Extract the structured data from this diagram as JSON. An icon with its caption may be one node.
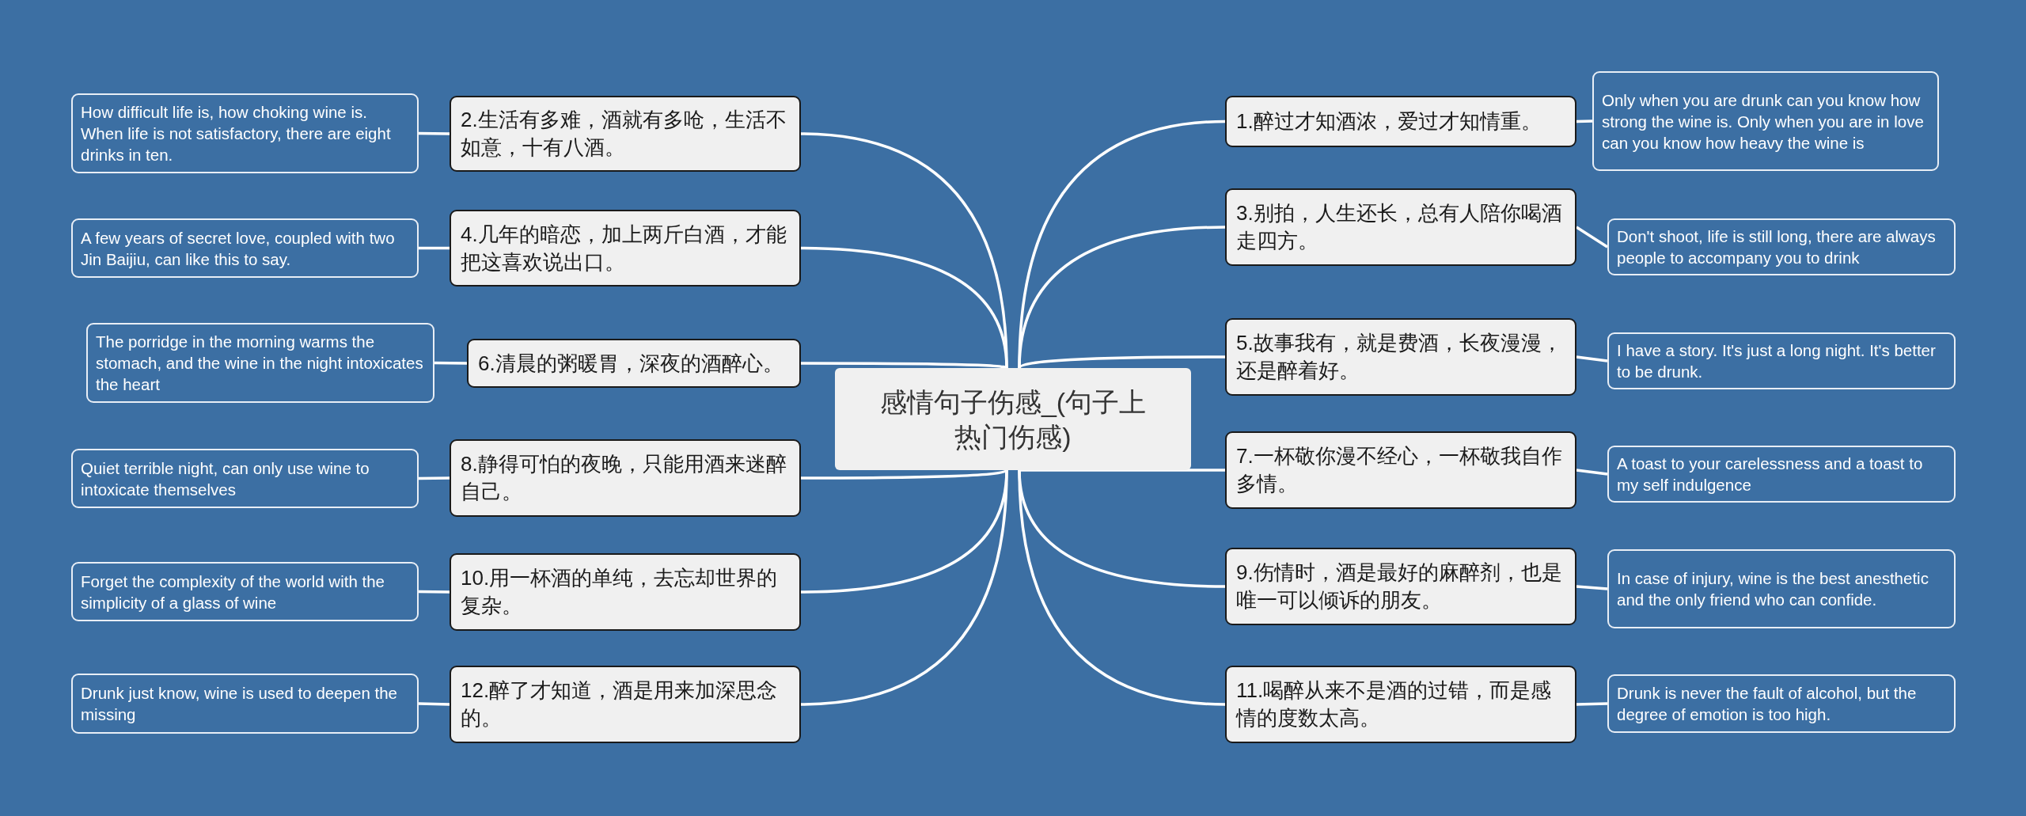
{
  "diagram": {
    "nodes": [
      {
        "text": [
          "感情句子伤感_(句子上热门伤感)"
        ]
      },
      {
        "text": [
          "1.醉过才知酒浓，爱过才知情重。"
        ]
      },
      {
        "text": [
          "Only when you are drunk can you know how strong the wine is. Only when you are in love can you know how heavy the wine is"
        ]
      },
      {
        "text": [
          "2.生活有多难，酒就有多呛，生活不如意，十有八酒。"
        ]
      },
      {
        "text": [
          "How difficult life is, how choking wine is. When life is not satisfactory, there are eight drinks in ten."
        ]
      },
      {
        "text": [
          "3.别拍，人生还长，总有人陪你喝酒走四方。"
        ]
      },
      {
        "text": [
          "Don't shoot, life is still long, there are always people to accompany you to drink"
        ]
      },
      {
        "text": [
          "4.几年的暗恋，加上两斤白酒，才能把这喜欢说出口。"
        ]
      },
      {
        "text": [
          "A few years of secret love, coupled with two Jin Baijiu, can like this to say."
        ]
      },
      {
        "text": [
          "5.故事我有，就是费酒，长夜漫漫，还是醉着好。"
        ]
      },
      {
        "text": [
          "I have a story. It's just a long night. It's better to be drunk."
        ]
      },
      {
        "text": [
          "6.清晨的粥暖胃，深夜的酒醉心。"
        ]
      },
      {
        "text": [
          "The porridge in the morning warms the stomach, and the wine in the night intoxicates the heart"
        ]
      },
      {
        "text": [
          "7.一杯敬你漫不经心，一杯敬我自作多情。"
        ]
      },
      {
        "text": [
          "A toast to your carelessness and a toast to my self indulgence"
        ]
      },
      {
        "text": [
          "8.静得可怕的夜晚，只能用酒来迷醉自己。"
        ]
      },
      {
        "text": [
          "Quiet terrible night, can only use wine to intoxicate themselves"
        ]
      },
      {
        "text": [
          "9.伤情时，酒是最好的麻醉剂，也是唯一可以倾诉的朋友。"
        ]
      },
      {
        "text": [
          "In case of injury, wine is the best anesthetic and the only friend who can confide."
        ]
      },
      {
        "text": [
          "10.用一杯酒的单纯，去忘却世界的复杂。"
        ]
      },
      {
        "text": [
          "Forget the complexity of the world with the simplicity of a glass of wine"
        ]
      },
      {
        "text": [
          "11.喝醉从来不是酒的过错，而是感情的度数太高。"
        ]
      },
      {
        "text": [
          "Drunk is never the fault of alcohol, but the degree of emotion is too high."
        ]
      },
      {
        "text": [
          "12.醉了才知道，酒是用来加深思念的。"
        ]
      },
      {
        "text": [
          "Drunk just know, wine is used to deepen the missing"
        ]
      }
    ],
    "edges": [
      {
        "from": 0,
        "to": 1,
        "arrow": "none"
      },
      {
        "from": 1,
        "to": 2,
        "arrow": "none"
      },
      {
        "from": 0,
        "to": 3,
        "arrow": "none"
      },
      {
        "from": 3,
        "to": 4,
        "arrow": "none"
      },
      {
        "from": 0,
        "to": 5,
        "arrow": "none"
      },
      {
        "from": 5,
        "to": 6,
        "arrow": "none"
      },
      {
        "from": 0,
        "to": 7,
        "arrow": "none"
      },
      {
        "from": 7,
        "to": 8,
        "arrow": "none"
      },
      {
        "from": 0,
        "to": 9,
        "arrow": "none"
      },
      {
        "from": 9,
        "to": 10,
        "arrow": "none"
      },
      {
        "from": 0,
        "to": 11,
        "arrow": "none"
      },
      {
        "from": 11,
        "to": 12,
        "arrow": "none"
      },
      {
        "from": 0,
        "to": 13,
        "arrow": "none"
      },
      {
        "from": 13,
        "to": 14,
        "arrow": "none"
      },
      {
        "from": 0,
        "to": 15,
        "arrow": "none"
      },
      {
        "from": 15,
        "to": 16,
        "arrow": "none"
      },
      {
        "from": 0,
        "to": 17,
        "arrow": "none"
      },
      {
        "from": 17,
        "to": 18,
        "arrow": "none"
      },
      {
        "from": 0,
        "to": 19,
        "arrow": "none"
      },
      {
        "from": 19,
        "to": 20,
        "arrow": "none"
      },
      {
        "from": 0,
        "to": 21,
        "arrow": "none"
      },
      {
        "from": 21,
        "to": 22,
        "arrow": "none"
      },
      {
        "from": 0,
        "to": 23,
        "arrow": "none"
      },
      {
        "from": 23,
        "to": 24,
        "arrow": "none"
      }
    ]
  }
}
